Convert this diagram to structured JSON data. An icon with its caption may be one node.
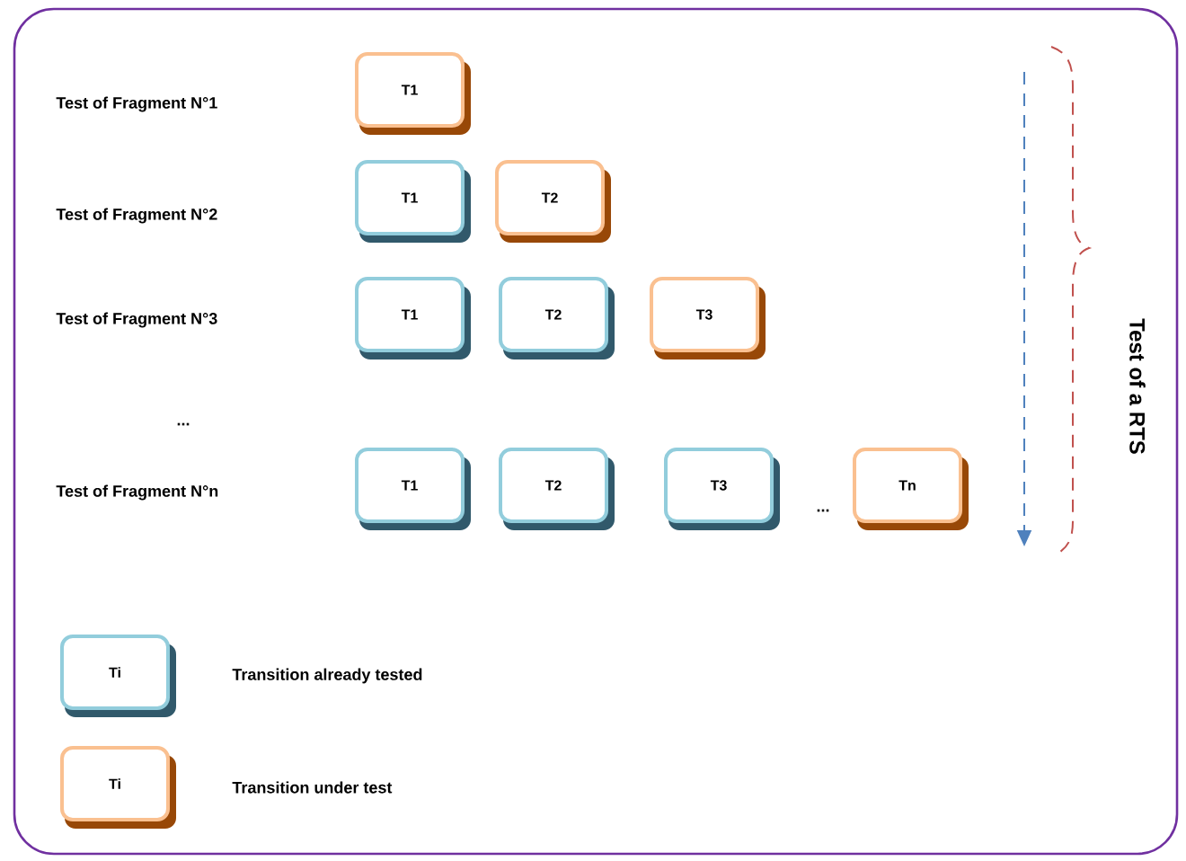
{
  "diagram": {
    "nodes": [
      {
        "text": [
          "T1"
        ]
      },
      {
        "text": [
          "T1"
        ]
      },
      {
        "text": [
          "T2"
        ]
      },
      {
        "text": [
          "T1"
        ]
      },
      {
        "text": [
          "T2"
        ]
      },
      {
        "text": [
          "T3"
        ]
      },
      {
        "text": [
          "T1"
        ]
      },
      {
        "text": [
          "T2"
        ]
      },
      {
        "text": [
          "T3"
        ]
      },
      {
        "text": [
          "Tn"
        ]
      },
      {
        "text": [
          "Ti"
        ]
      },
      {
        "text": [
          "Ti"
        ]
      }
    ],
    "edges": [],
    "labels": [
      "Test of Fragment N°1",
      "Test of Fragment N°2",
      "Test of Fragment N°3",
      "...",
      "Test of Fragment N°n",
      "...",
      "Test of a RTS"
    ],
    "legend": [
      {
        "text": "Transition already tested",
        "color": "#92cddc"
      },
      {
        "text": "Transition under test",
        "color": "#fac090"
      }
    ]
  }
}
